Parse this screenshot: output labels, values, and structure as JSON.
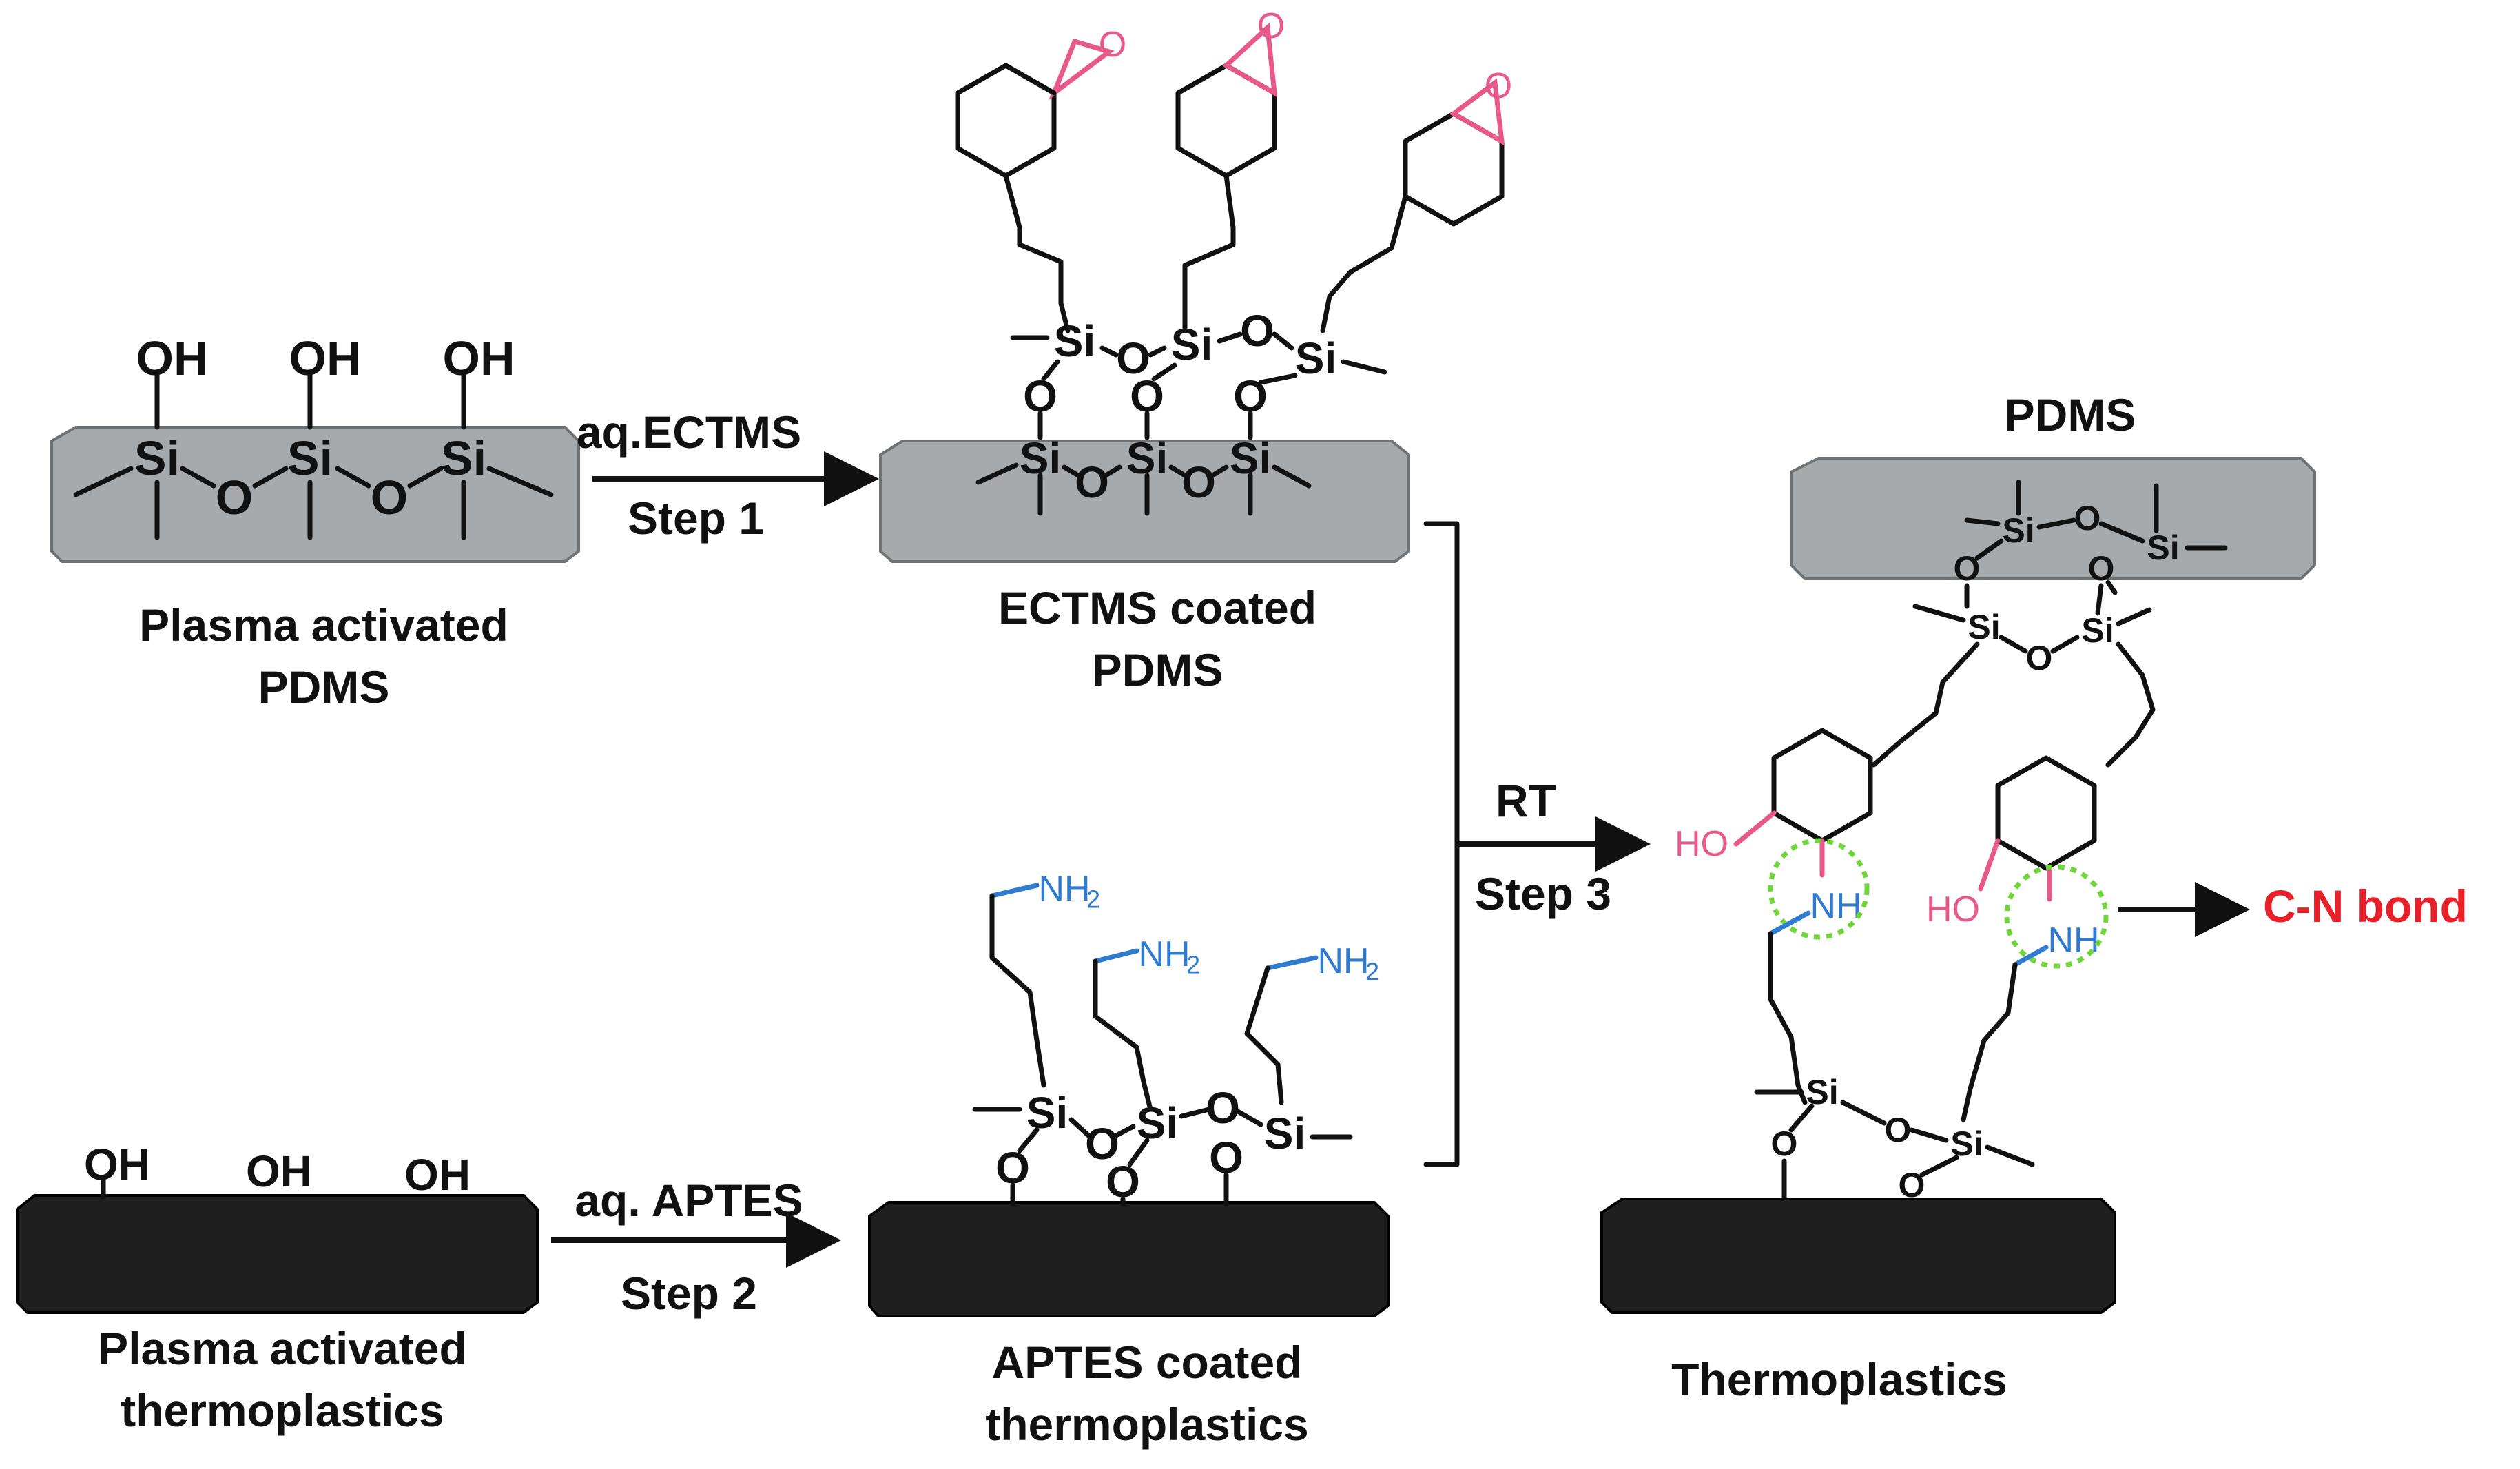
{
  "labels": {
    "plasma_pdms": [
      "Plasma activated",
      "PDMS"
    ],
    "ectms_pdms": [
      "ECTMS coated",
      "PDMS"
    ],
    "plasma_thermo": [
      "Plasma activated",
      "thermoplastics"
    ],
    "aptes_thermo": [
      "APTES coated",
      "thermoplastics"
    ],
    "pdms_top": "PDMS",
    "thermoplastics": "Thermoplastics",
    "cn_bond": "C-N bond"
  },
  "steps": {
    "step1_reagent": "aq.ECTMS",
    "step1": "Step 1",
    "step2_reagent": "aq. APTES",
    "step2": "Step 2",
    "step3_reagent": "RT",
    "step3": "Step 3"
  },
  "atoms": {
    "si": "Si",
    "o": "O",
    "oh": "OH",
    "ho": "HO",
    "nh": "NH",
    "nh2": "NH",
    "nh2_sub": "2"
  },
  "colors": {
    "pdms_plate": "#a7aaad",
    "thermo_plate": "#1f1f1f",
    "amine": "#2f7bd1",
    "hydroxyl_epoxide": "#e8588a",
    "highlight_circle": "#6fd639",
    "cn_bond_text": "#e8202a"
  }
}
